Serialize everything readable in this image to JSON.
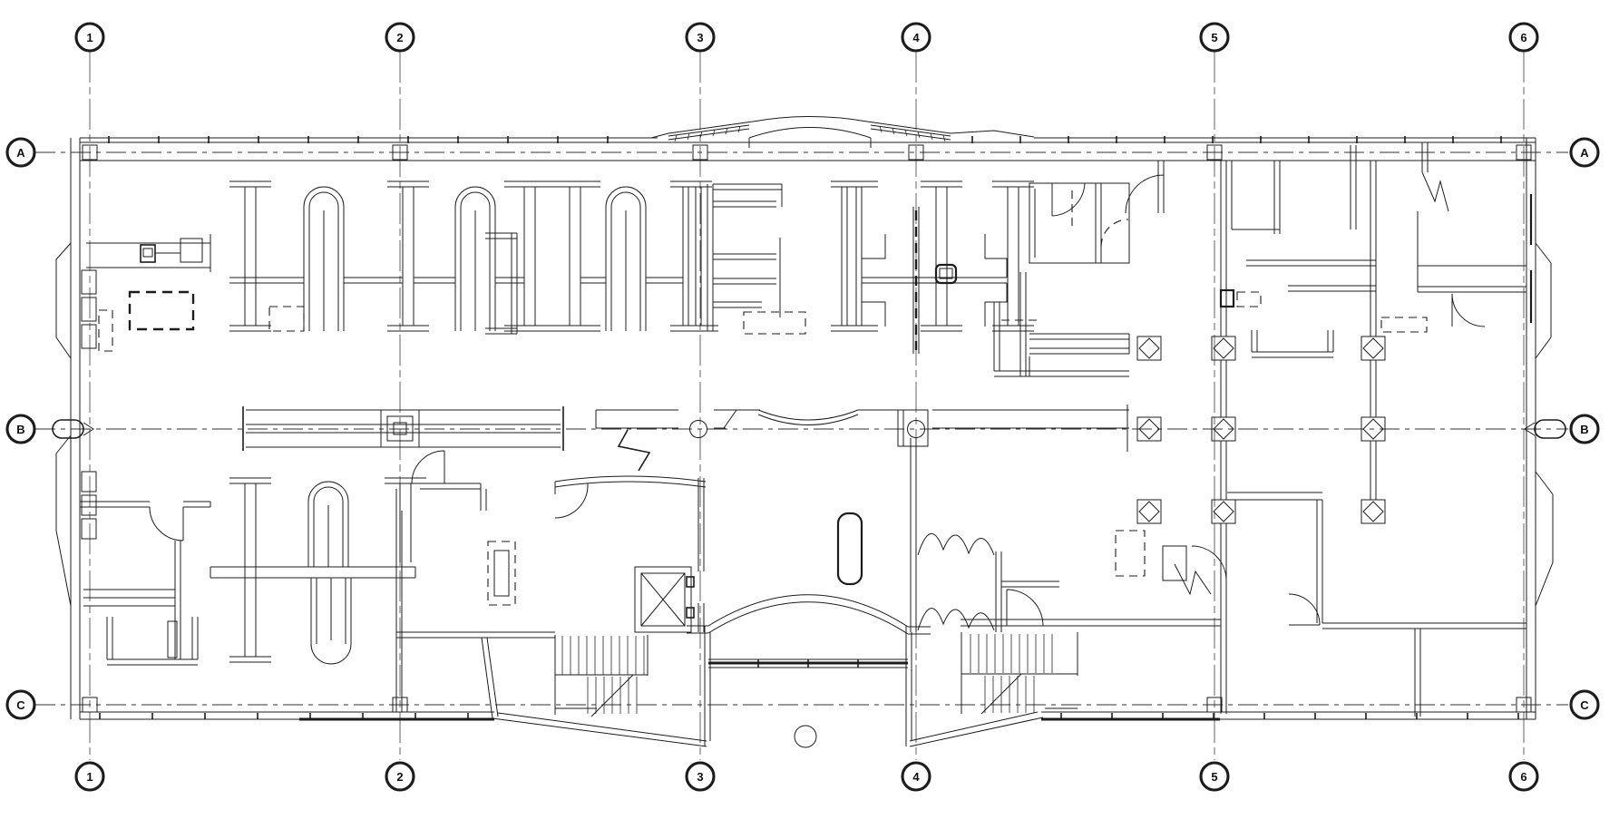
{
  "meta": {
    "drawing_type": "architectural-floor-plan",
    "description": "Black-and-white CAD floor plan of an office building level with structural grid, cubicle partitions, two stairs, elevator, arched lobby and canopy",
    "background_color": "#ffffff",
    "line_color": "#1c1c1c"
  },
  "grid": {
    "columns": [
      "1",
      "2",
      "3",
      "4",
      "5",
      "6"
    ],
    "rows": [
      "A",
      "B",
      "C"
    ]
  },
  "symbols": {
    "grid_bubble": "circled grid reference label",
    "column_square": "square column marker at exterior wall",
    "column_diamond": "diamond-in-square structural column",
    "round_column": "circular column on grid line B",
    "capsule_column": "oval column marker at end walls on grid B",
    "elevator": "shaft with X diagonals",
    "stair": "parallel treads with diagonal break line",
    "door_swing": "quarter-circle arc",
    "canopy_arch": "curved entrance canopy at top center",
    "storefront": "bold mullioned entry front at bottom center",
    "dashed_rect": "dashed rectangle furniture / equipment"
  }
}
